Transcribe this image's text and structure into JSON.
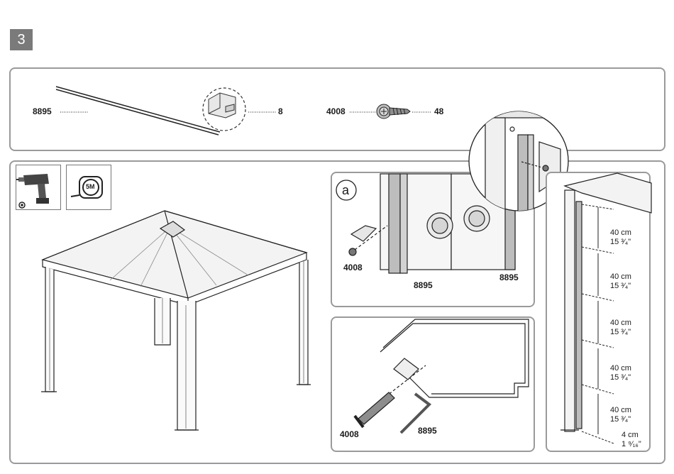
{
  "step": {
    "number": "3"
  },
  "parts": {
    "profile_code": "8895",
    "clip_qty": "8",
    "screw_code": "4008",
    "screw_qty": "48"
  },
  "tools": {
    "tape_label": "5M"
  },
  "detail_a": {
    "marker": "a",
    "screw": "4008",
    "profile_left": "8895",
    "profile_right": "8895"
  },
  "section": {
    "screw": "4008",
    "profile": "8895"
  },
  "spacing": {
    "segments": [
      {
        "cm": "40 cm",
        "inch": "15 ³⁄₄\""
      },
      {
        "cm": "40 cm",
        "inch": "15 ³⁄₄\""
      },
      {
        "cm": "40 cm",
        "inch": "15 ³⁄₄\""
      },
      {
        "cm": "40 cm",
        "inch": "15 ³⁄₄\""
      },
      {
        "cm": "40 cm",
        "inch": "15 ³⁄₄\""
      }
    ],
    "bottom": {
      "cm": "4 cm",
      "inch": "1 ⁹⁄₁₆\""
    }
  }
}
